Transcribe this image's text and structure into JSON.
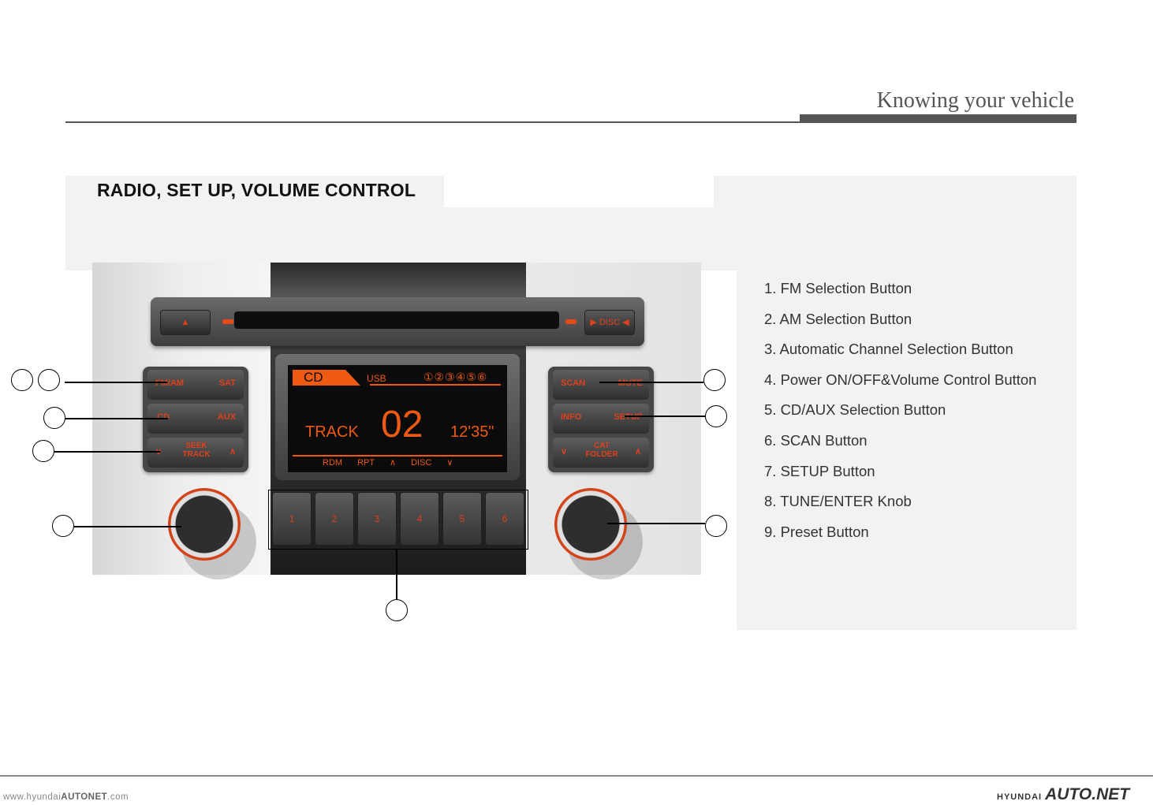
{
  "header": {
    "section": "Knowing your vehicle"
  },
  "page": {
    "title": "RADIO, SET UP, VOLUME  CONTROL"
  },
  "legend": [
    "1. FM Selection Button",
    "2. AM Selection Button",
    "3. Automatic Channel Selection Button",
    "4. Power ON/OFF&Volume Control Button",
    "5. CD/AUX Selection Button",
    "6. SCAN Button",
    "7. SETUP Button",
    "8. TUNE/ENTER Knob",
    "9. Preset Button"
  ],
  "radio": {
    "left_buttons": [
      {
        "left": "FM/AM",
        "right": "SAT"
      },
      {
        "left": "CD",
        "right": "AUX"
      },
      {
        "left": "∨",
        "center": "SEEK TRACK",
        "right": "∧"
      }
    ],
    "right_buttons": [
      {
        "left": "SCAN",
        "right": "MUTE"
      },
      {
        "left": "INFO",
        "right": "SETUP"
      },
      {
        "left": "∨",
        "center": "CAT FOLDER",
        "right": "∧"
      }
    ],
    "eject_left": "▲",
    "eject_right": "▶ DISC ◀",
    "display": {
      "source": "CD",
      "usb": "USB",
      "discs": "①②③④⑤⑥",
      "track_label": "TRACK",
      "track_number": "02",
      "time": "12'35\"",
      "modes": "RDM RPT ∧ DISC ∨"
    },
    "presets": [
      "1",
      "2",
      "3",
      "4",
      "5",
      "6"
    ]
  },
  "footer": {
    "left_prefix": "www.hyundai",
    "left_brand": "AUTONET",
    "left_suffix": ".com",
    "right_small": "HYUNDAI",
    "right_brand": "AUTO.NET"
  }
}
